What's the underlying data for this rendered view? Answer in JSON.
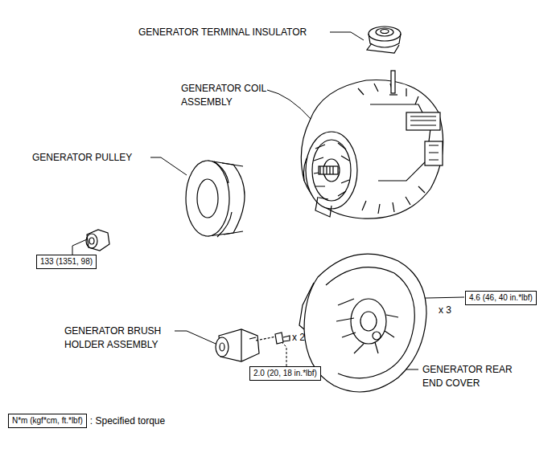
{
  "diagram": {
    "nodes": [
      {
        "text": [
          "133 (1351, 98)"
        ]
      },
      {
        "text": [
          "4.6 (46, 40 in.*lbf)"
        ]
      },
      {
        "text": [
          "2.0 (20, 18 in.*lbf)"
        ]
      },
      {
        "text": [
          "N*m (kgf*cm, ft.*lbf)"
        ]
      }
    ],
    "labels": [
      "GENERATOR TERMINAL INSULATOR",
      "GENERATOR COIL ASSEMBLY",
      "GENERATOR PULLEY",
      "x 3",
      "GENERATOR BRUSH HOLDER ASSEMBLY",
      "x 2",
      "GENERATOR REAR END COVER",
      ": Specified torque"
    ]
  }
}
